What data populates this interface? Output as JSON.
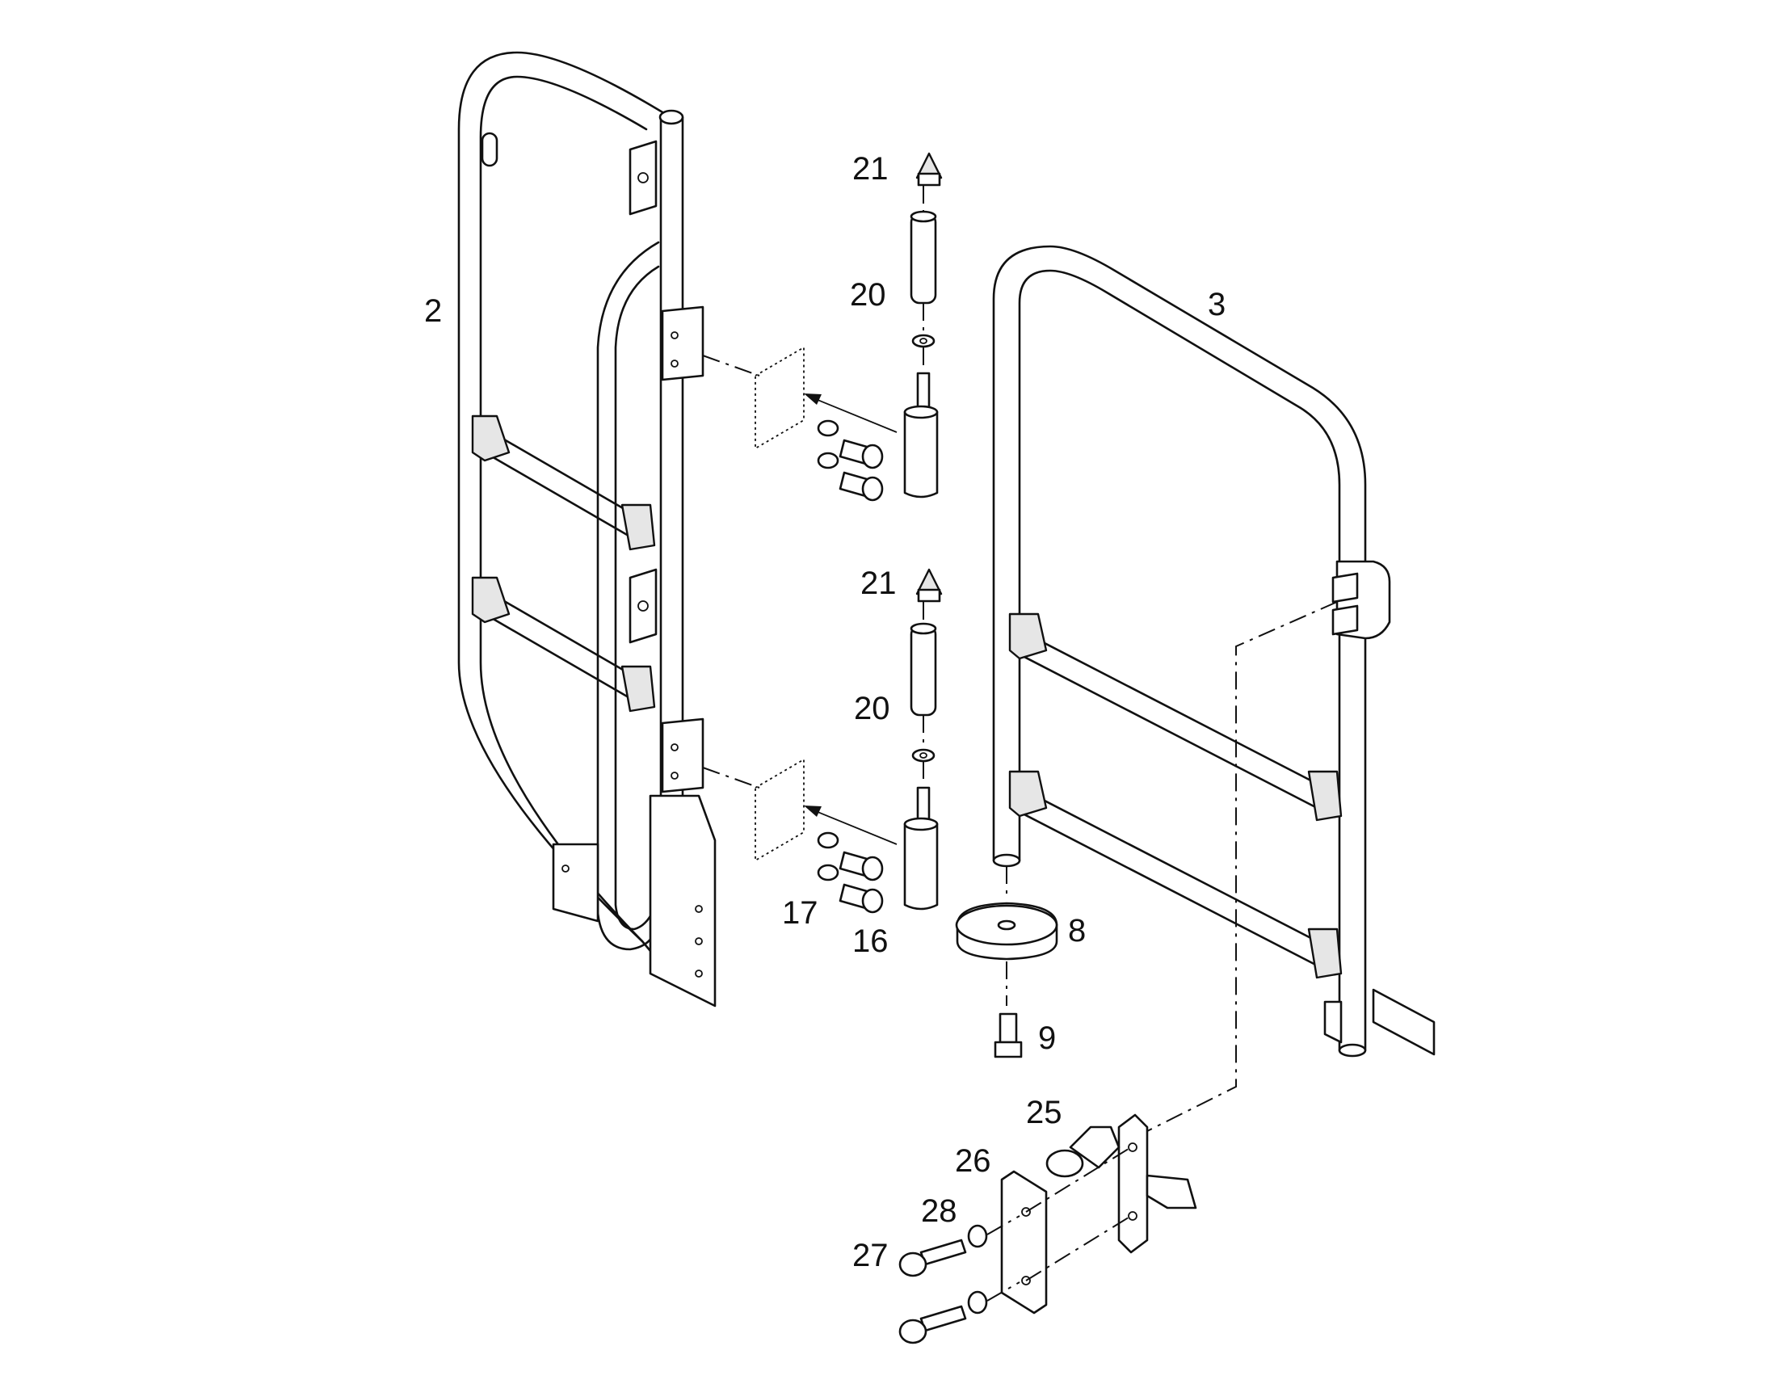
{
  "callouts": {
    "c2": "2",
    "c3": "3",
    "c8": "8",
    "c9": "9",
    "c16": "16",
    "c17": "17",
    "c20a": "20",
    "c20b": "20",
    "c21a": "21",
    "c21b": "21",
    "c25": "25",
    "c26": "26",
    "c27": "27",
    "c28": "28"
  },
  "colors": {
    "line": "#111111",
    "background": "#ffffff",
    "shade": "#e6e6e6"
  }
}
